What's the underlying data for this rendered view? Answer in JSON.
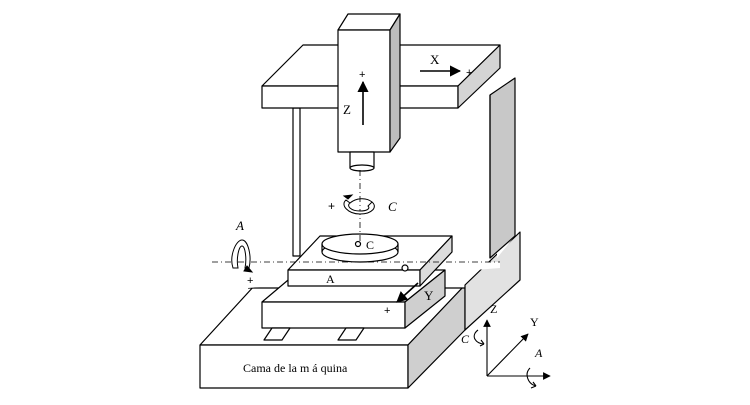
{
  "labels": {
    "x_axis": "X",
    "z_axis": "Z",
    "y_axis": "Y",
    "c_rotation": "C",
    "a_rotation": "A",
    "table_center": "C",
    "table_a": "A",
    "bed": "Cama de la m á quina",
    "plus": "+"
  },
  "triad": {
    "z": "Z",
    "y": "Y",
    "c": "C",
    "a": "A"
  }
}
